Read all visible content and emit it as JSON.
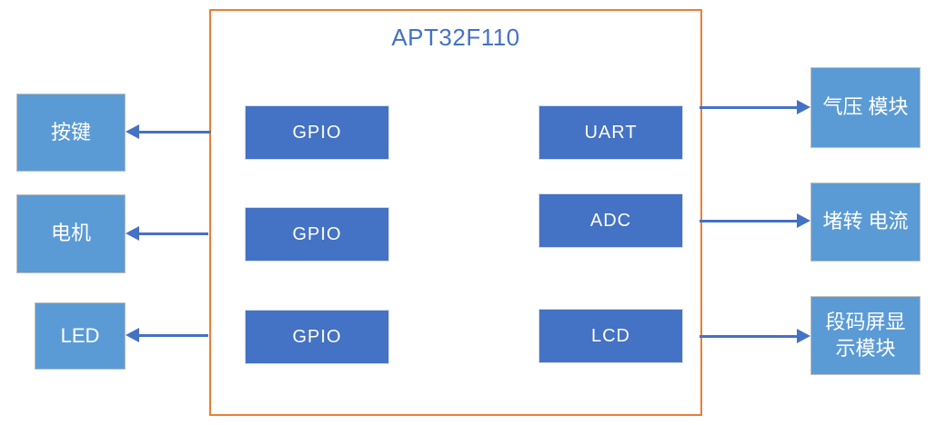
{
  "diagram": {
    "title": "APT32F110",
    "mcu_ports": {
      "left": [
        "GPIO",
        "GPIO",
        "GPIO"
      ],
      "right": [
        "UART",
        "ADC",
        "LCD"
      ]
    },
    "left_modules": [
      "按键",
      "电机",
      "LED"
    ],
    "right_modules": [
      "气压 模块",
      "堵转 电流",
      "段码屏显\n示模块"
    ],
    "connections": [
      {
        "from": "GPIO",
        "to": "按键",
        "direction": "left"
      },
      {
        "from": "GPIO",
        "to": "电机",
        "direction": "left"
      },
      {
        "from": "GPIO",
        "to": "LED",
        "direction": "left"
      },
      {
        "from": "UART",
        "to": "气压 模块",
        "direction": "right"
      },
      {
        "from": "ADC",
        "to": "堵转 电流",
        "direction": "right"
      },
      {
        "from": "LCD",
        "to": "段码屏显示模块",
        "direction": "right"
      }
    ],
    "colors": {
      "mcu_border": "#ED7D31",
      "title_text": "#4472C4",
      "port_fill": "#4472C4",
      "module_fill": "#5B9BD5",
      "arrow": "#4472C4",
      "box_text": "#FFFFFF"
    }
  }
}
